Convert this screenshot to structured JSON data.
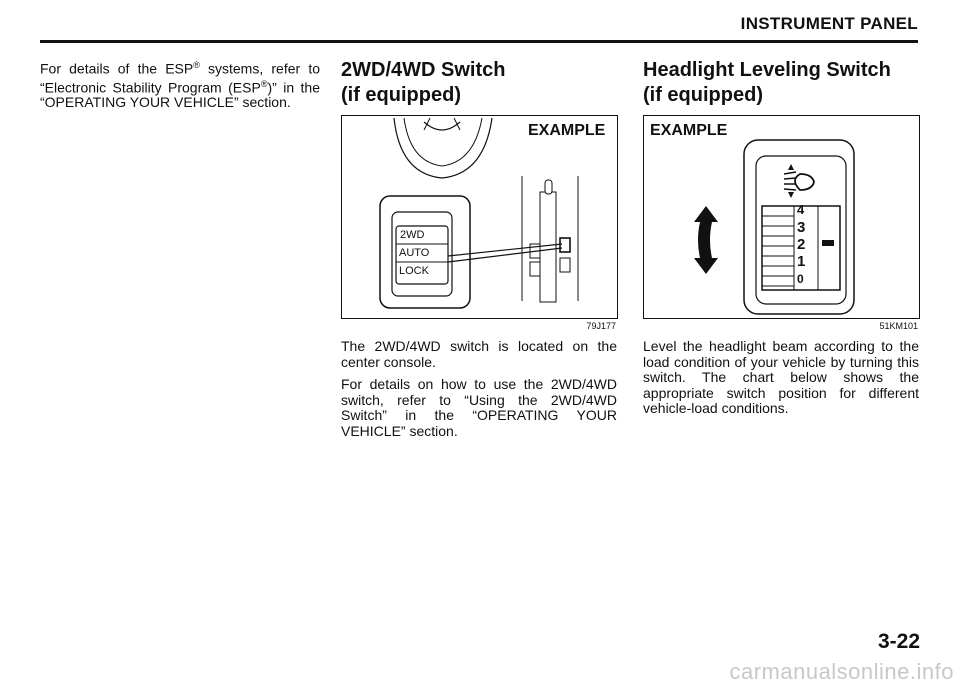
{
  "header": {
    "section_title": "INSTRUMENT PANEL"
  },
  "left_column": {
    "intro_parts": [
      "For details of the ESP",
      "®",
      " systems, refer to “Electronic Stability Program (ESP",
      "®",
      ")” in the “OPERATING YOUR VEHICLE” section."
    ]
  },
  "middle_column": {
    "title_line1": "2WD/4WD Switch",
    "title_line2": "(if equipped)",
    "figure_label": "EXAMPLE",
    "switch_labels": [
      "2WD",
      "AUTO",
      "LOCK"
    ],
    "figure_code": "79J177",
    "paragraph1": "The 2WD/4WD switch is located on the center console.",
    "paragraph2": "For details on how to use the 2WD/4WD switch, refer to “Using the 2WD/4WD Switch” in the “OPERATING YOUR VEHICLE” section."
  },
  "right_column": {
    "title_line1": "Headlight Leveling Switch",
    "title_line2": "(if equipped)",
    "figure_label": "EXAMPLE",
    "dial_numbers": [
      "4",
      "3",
      "2",
      "1",
      "0"
    ],
    "figure_code": "51KM101",
    "paragraph": "Level the headlight beam according to the load condition of your vehicle by turning this switch. The chart below shows the appropriate switch position for different vehicle-load conditions."
  },
  "footer": {
    "page_number": "3-22",
    "watermark": "carmanualsonline.info"
  }
}
